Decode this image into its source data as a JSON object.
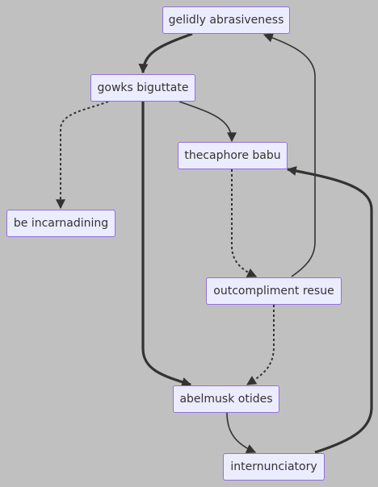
{
  "nodes": {
    "gelidly": "gelidly abrasiveness",
    "gowks": "gowks biguttate",
    "thecaphore": "thecaphore babu",
    "incarnadining": "be incarnadining",
    "outcompliment": "outcompliment resue",
    "abelmusk": "abelmusk otides",
    "internunciatory": "internunciatory"
  },
  "edges": [
    {
      "from": "gelidly",
      "to": "gowks",
      "style": "thick"
    },
    {
      "from": "gowks",
      "to": "thecaphore",
      "style": "normal"
    },
    {
      "from": "gowks",
      "to": "incarnadining",
      "style": "dotted"
    },
    {
      "from": "gowks",
      "to": "abelmusk",
      "style": "thick"
    },
    {
      "from": "thecaphore",
      "to": "outcompliment",
      "style": "dotted"
    },
    {
      "from": "outcompliment",
      "to": "gelidly",
      "style": "normal"
    },
    {
      "from": "outcompliment",
      "to": "abelmusk",
      "style": "dotted"
    },
    {
      "from": "abelmusk",
      "to": "internunciatory",
      "style": "normal"
    },
    {
      "from": "internunciatory",
      "to": "thecaphore",
      "style": "thick"
    }
  ],
  "colors": {
    "background": "#c0c0c0",
    "node_fill": "#ececff",
    "node_border": "#9370db",
    "edge": "#333333",
    "text": "#333333"
  }
}
